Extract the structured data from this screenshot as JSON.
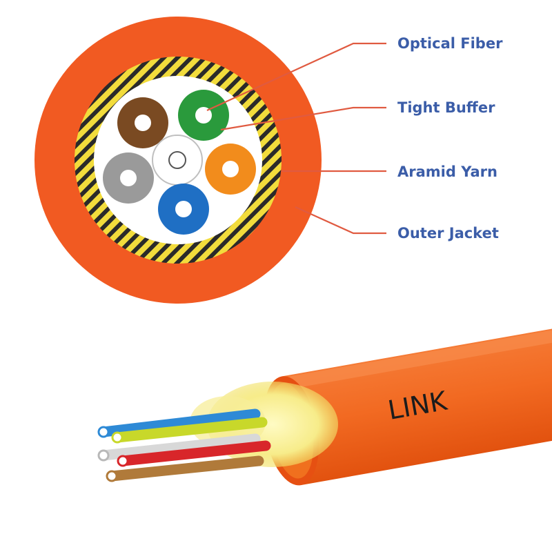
{
  "labels": {
    "optical_fiber": "Optical Fiber",
    "tight_buffer": "Tight Buffer",
    "aramid_yarn": "Aramid Yarn",
    "outer_jacket": "Outer Jacket"
  },
  "brand": "LINK",
  "colors": {
    "jacket": "#f15a22",
    "jacket_dark": "#e04e16",
    "yarn": "#f2dc3c",
    "yarn_stripe": "#2a2a2a",
    "label_text": "#3b5da8",
    "leader_line": "#e05a40",
    "fibers": [
      "#7a4a22",
      "#2a9a3c",
      "#f28c1c",
      "#1f6fc4",
      "#9a9a9a",
      "#ffffff"
    ]
  }
}
